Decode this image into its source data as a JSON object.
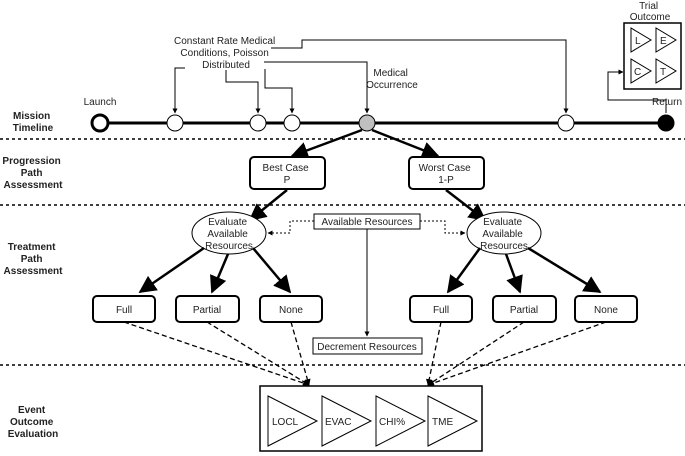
{
  "rows": {
    "mission": [
      "Mission",
      "Timeline"
    ],
    "progression": [
      "Progression",
      "Path",
      "Assessment"
    ],
    "treatment": [
      "Treatment",
      "Path",
      "Assessment"
    ],
    "outcome": [
      "Event",
      "Outcome",
      "Evaluation"
    ]
  },
  "timeline": {
    "launch": "Launch",
    "return": "Return",
    "constant_rate": [
      "Constant Rate Medical",
      "Conditions,  Poisson",
      "Distributed"
    ],
    "medical_occurrence": [
      "Medical",
      "Occurrence"
    ]
  },
  "trial_outcome": {
    "title": [
      "Trial",
      "Outcome"
    ],
    "cells": [
      "L",
      "E",
      "C",
      "T"
    ]
  },
  "cases": {
    "best": [
      "Best Case",
      "P"
    ],
    "worst": [
      "Worst Case",
      "1-P"
    ]
  },
  "evaluate": [
    "Evaluate",
    "Available",
    "Resources"
  ],
  "available_resources": "Available Resources",
  "decrement_resources": "Decrement Resources",
  "treatment_options": [
    "Full",
    "Partial",
    "None"
  ],
  "outcome_metrics": [
    "LOCL",
    "EVAC",
    "CHI%",
    "TME"
  ]
}
